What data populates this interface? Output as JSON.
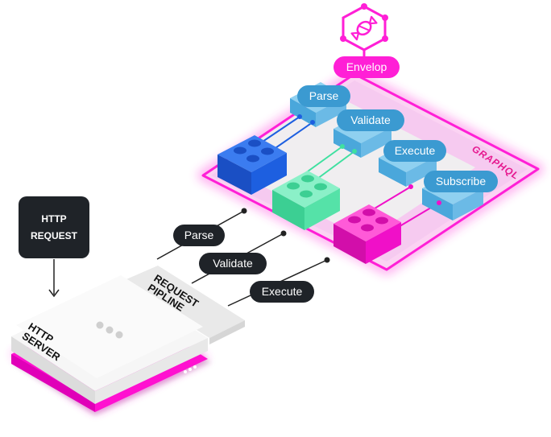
{
  "title_badge": "Envelop",
  "graphql_label": "GRAPHQL",
  "http_request": {
    "line1": "HTTP",
    "line2": "REQUEST"
  },
  "http_server": {
    "line1": "HTTP",
    "line2": "SERVER"
  },
  "request_pipeline": {
    "line1": "REQUEST",
    "line2": "PIPLINE"
  },
  "plugins": [
    "Parse",
    "Validate",
    "Execute",
    "Subscribe"
  ],
  "pipeline_steps": [
    "Parse",
    "Validate",
    "Execute"
  ],
  "colors": {
    "accent": "#ff00d4",
    "plugin_blue": "#3b9ad1",
    "block_blue": "#1d5fe0",
    "block_green": "#3fe0a0",
    "block_pink": "#f010c8",
    "dark_label": "#1f2328"
  },
  "icons": {
    "logo": "candy-hexagon-icon"
  }
}
